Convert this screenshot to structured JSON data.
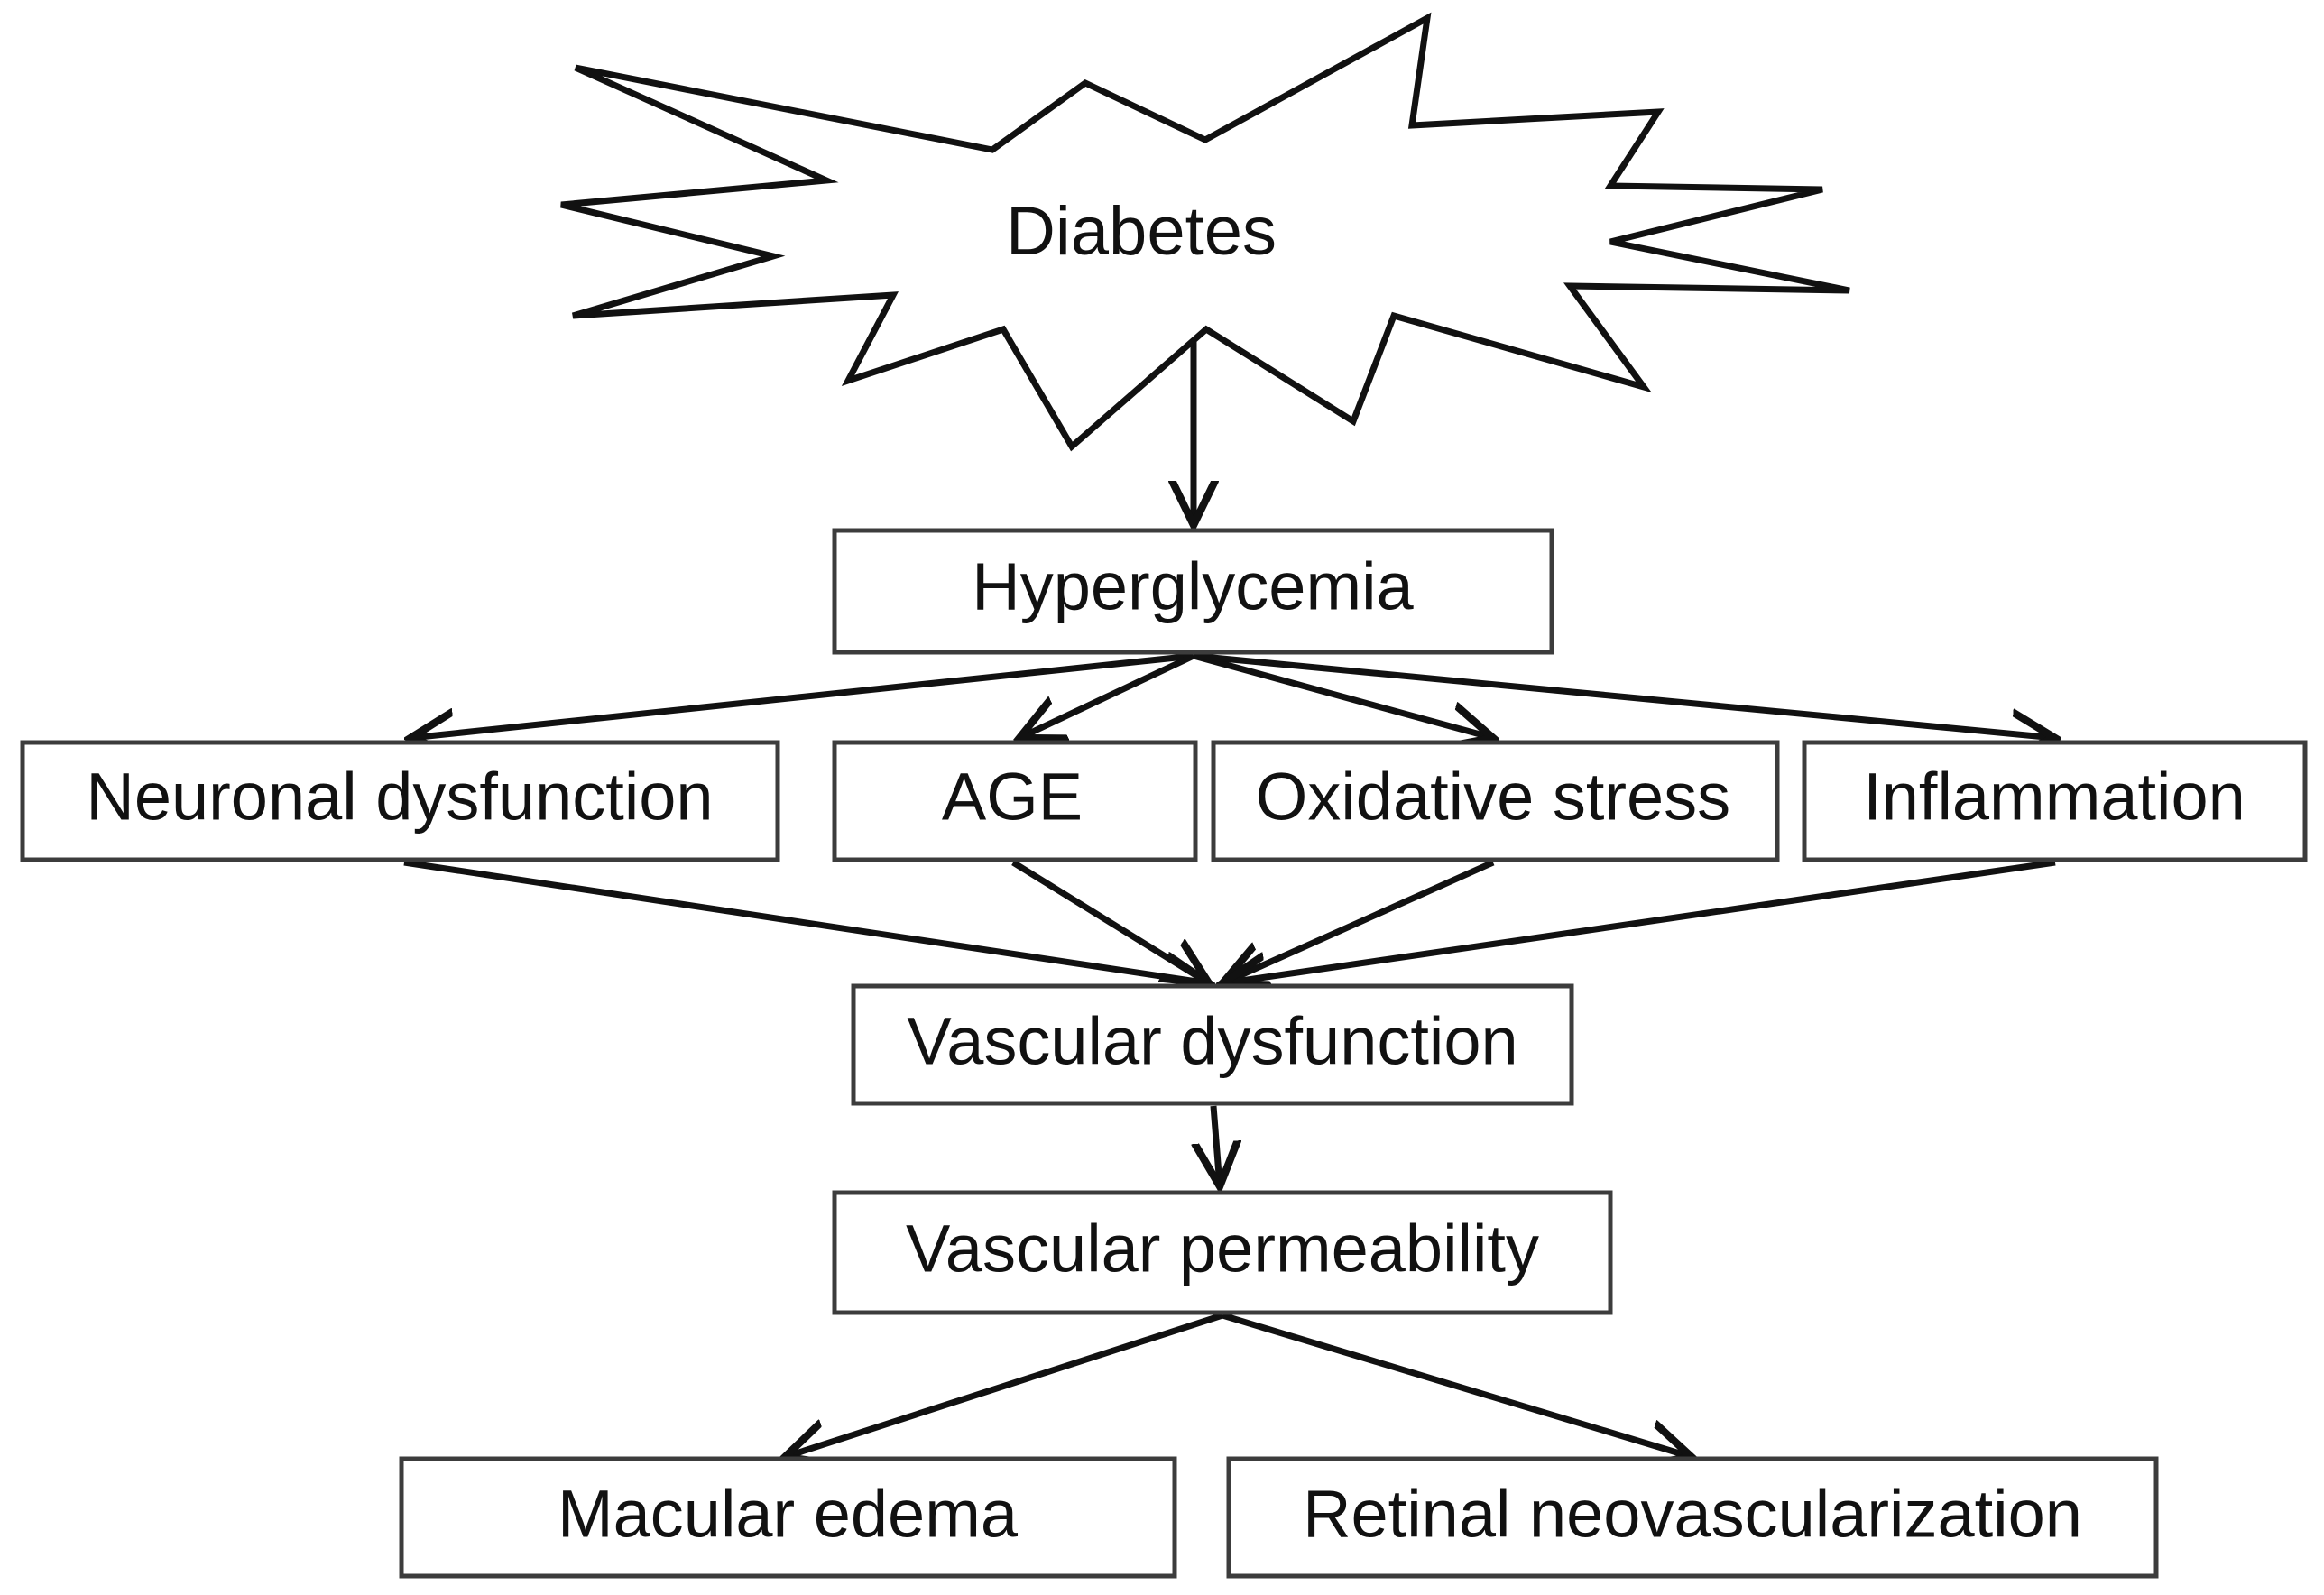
{
  "nodes": {
    "diabetes": "Diabetes",
    "hyperglycemia": "Hyperglycemia",
    "neuronal_dysfunction": "Neuronal dysfunction",
    "age": "AGE",
    "oxidative_stress": "Oxidative stress",
    "inflammation": "Inflammation",
    "vascular_dysfunction": "Vascular dysfunction",
    "vascular_permeability": "Vascular permeability",
    "macular_edema": "Macular edema",
    "retinal_neovascularization": "Retinal neovascularization"
  },
  "edges": [
    {
      "from": "diabetes",
      "to": "hyperglycemia"
    },
    {
      "from": "hyperglycemia",
      "to": "neuronal_dysfunction"
    },
    {
      "from": "hyperglycemia",
      "to": "age"
    },
    {
      "from": "hyperglycemia",
      "to": "oxidative_stress"
    },
    {
      "from": "hyperglycemia",
      "to": "inflammation"
    },
    {
      "from": "neuronal_dysfunction",
      "to": "vascular_dysfunction"
    },
    {
      "from": "age",
      "to": "vascular_dysfunction"
    },
    {
      "from": "oxidative_stress",
      "to": "vascular_dysfunction"
    },
    {
      "from": "inflammation",
      "to": "vascular_dysfunction"
    },
    {
      "from": "vascular_dysfunction",
      "to": "vascular_permeability"
    },
    {
      "from": "vascular_permeability",
      "to": "macular_edema"
    },
    {
      "from": "vascular_permeability",
      "to": "retinal_neovascularization"
    }
  ],
  "colors": {
    "line": "#111111",
    "box_border": "#3c3c3c",
    "background": "#ffffff"
  }
}
